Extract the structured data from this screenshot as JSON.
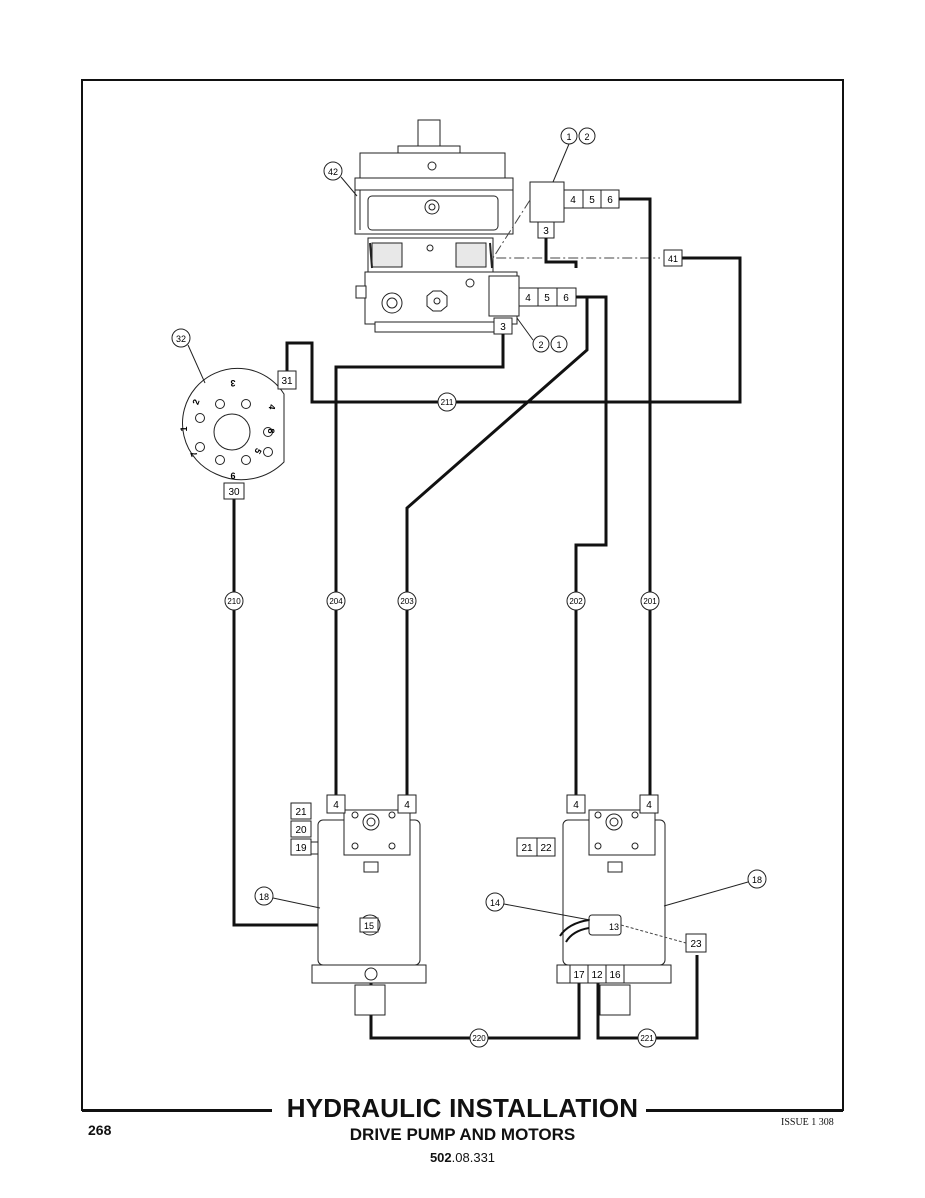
{
  "title": "HYDRAULIC INSTALLATION",
  "subtitle": "DRIVE PUMP AND MOTORS",
  "doc_number_bold": "502",
  "doc_number_rest": ".08.331",
  "page_number": "268",
  "issue": "ISSUE 1 308",
  "pump_labels": {
    "pump_callout": "42",
    "valve_callouts": [
      "1",
      "2"
    ],
    "valve_ports_top": [
      "4",
      "5",
      "6"
    ],
    "valve_port_top_bottom": "3",
    "valve_ports_lower": [
      "4",
      "5",
      "6"
    ],
    "valve_port_lower_bottom": "3",
    "lower_callouts": [
      "2",
      "1"
    ],
    "line_41": "41"
  },
  "switch_labels": {
    "switch_callout": "32",
    "port_31": "31",
    "port_30": "30",
    "numbers": [
      "3",
      "4",
      "2",
      "8",
      "1",
      "7",
      "5",
      "6"
    ]
  },
  "hoses": [
    "210",
    "204",
    "203",
    "202",
    "201",
    "211",
    "220",
    "221"
  ],
  "left_motor": {
    "callout": "18",
    "ports": [
      "4",
      "4"
    ],
    "stack": [
      "21",
      "20",
      "19"
    ],
    "drain": "15"
  },
  "right_motor": {
    "callout": "18",
    "ports": [
      "4",
      "4"
    ],
    "side": [
      "21",
      "22"
    ],
    "sensor_callout": "14",
    "sensor": "13",
    "callout_23": "23",
    "bottom": [
      "17",
      "12",
      "16"
    ]
  }
}
